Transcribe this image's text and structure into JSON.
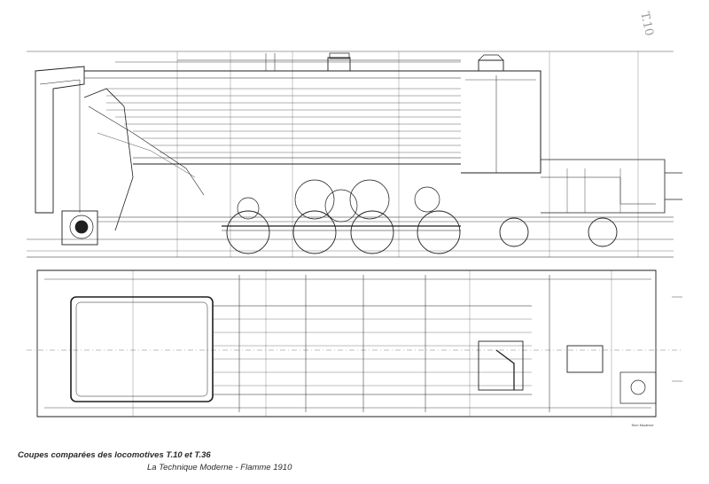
{
  "caption": {
    "title": "Coupes comparées des locomotives T.10 et T.36",
    "source": "La Technique Moderne - Flamme 1910"
  },
  "annotations": {
    "handwritten_tag": "T.10",
    "draftsman_credit": "Tech Moderne"
  },
  "colors": {
    "ink": "#1f1f1f",
    "paper": "#ffffff"
  }
}
